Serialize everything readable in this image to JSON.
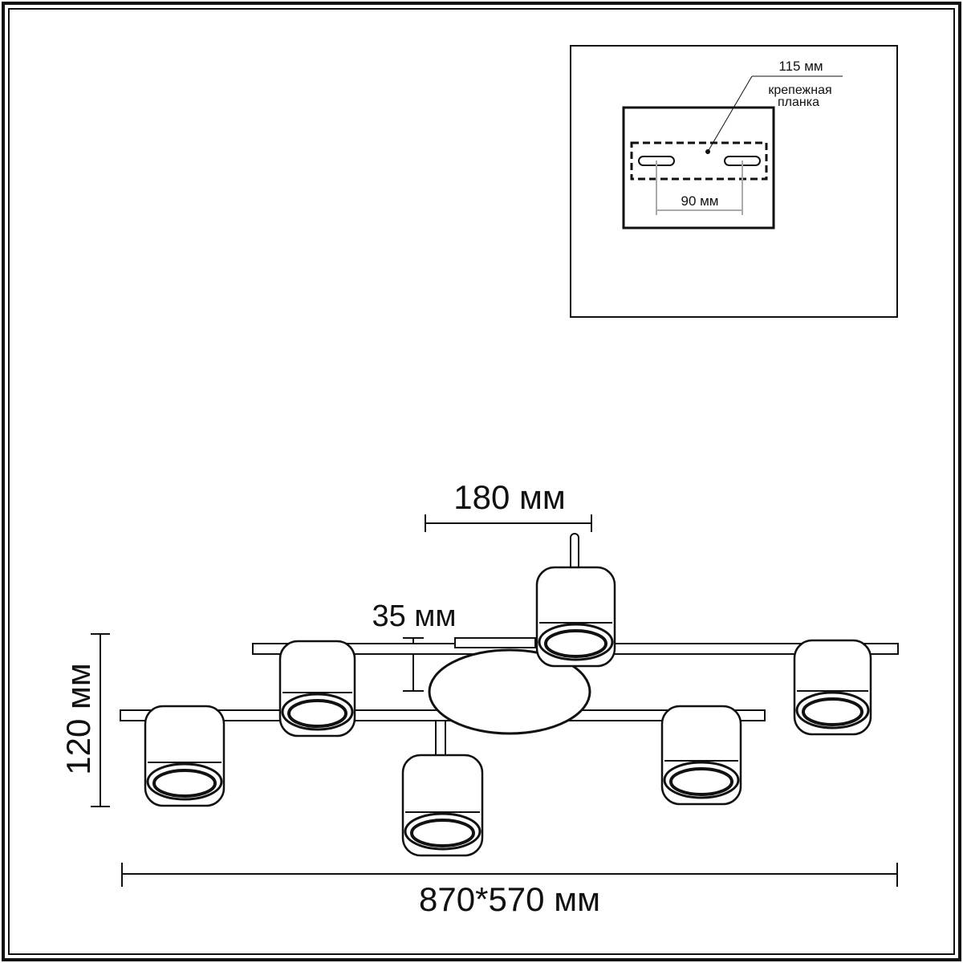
{
  "colors": {
    "line": "#111111",
    "dimension_line": "#aaaaaa",
    "background": "#ffffff"
  },
  "inset": {
    "bracket_length": "115 мм",
    "bracket_name_line1": "крепежная",
    "bracket_name_line2": "планка",
    "hole_spacing": "90 мм"
  },
  "dimensions": {
    "top_width": "180 мм",
    "canopy_height": "35 мм",
    "total_height": "120 мм",
    "overall_size": "870*570 мм"
  },
  "lamp_count": 6
}
